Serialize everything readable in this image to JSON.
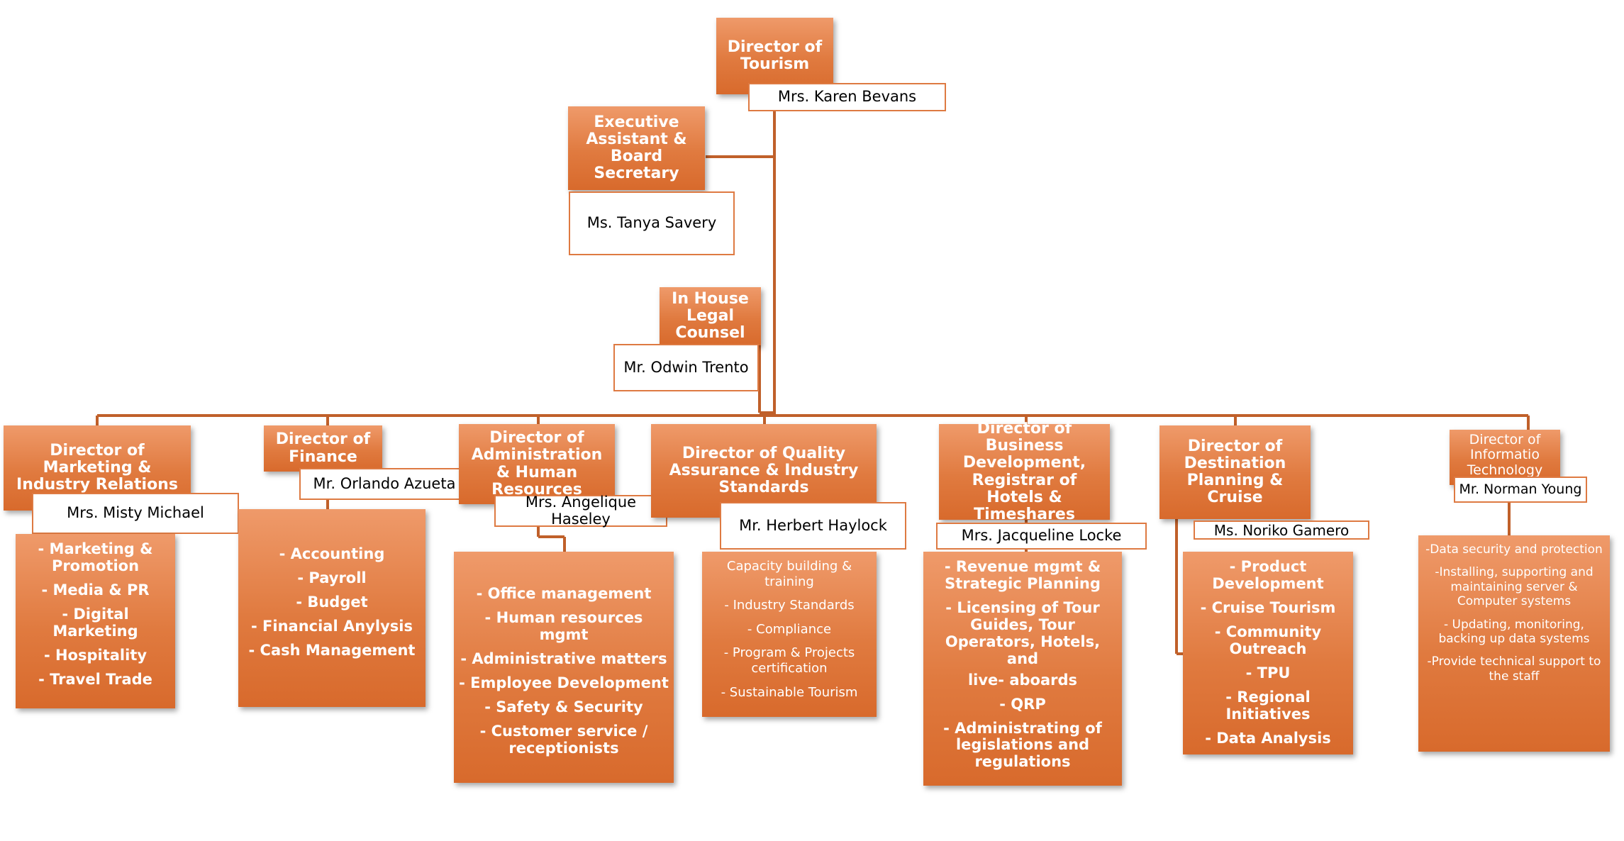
{
  "director_tourism": {
    "title": "Director of Tourism",
    "name": "Mrs. Karen Bevans"
  },
  "executive_assistant": {
    "title": "Executive Assistant & Board Secretary",
    "name": "Ms. Tanya Savery"
  },
  "legal_counsel": {
    "title": "In House Legal Counsel",
    "name": "Mr. Odwin Trento"
  },
  "departments": [
    {
      "title": "Director of Marketing & Industry Relations",
      "name": "Mrs. Misty Michael",
      "duties": [
        "- Marketing & Promotion",
        "- Media & PR",
        "- Digital Marketing",
        "- Hospitality",
        "- Travel Trade"
      ]
    },
    {
      "title": "Director of Finance",
      "name": "Mr. Orlando Azueta",
      "duties": [
        "- Accounting",
        "- Payroll",
        "- Budget",
        "- Financial Anylysis",
        "- Cash Management"
      ]
    },
    {
      "title": "Director of Administration & Human Resources",
      "name": "Mrs. Angelique Haseley",
      "duties": [
        "- Office management",
        "- Human resources mgmt",
        "- Administrative matters",
        "- Employee Development",
        "- Safety & Security",
        "- Customer service / receptionists"
      ]
    },
    {
      "title": "Director of Quality Assurance & Industry Standards",
      "name": "Mr. Herbert Haylock",
      "duties": [
        "Capacity building & training",
        "- Industry Standards",
        "- Compliance",
        "- Program & Projects certification",
        "- Sustainable Tourism"
      ]
    },
    {
      "title": "Director of Business Development, Registrar of Hotels & Timeshares",
      "name": "Mrs. Jacqueline Locke",
      "duties": [
        "- Revenue mgmt & Strategic Planning",
        "- Licensing of Tour Guides, Tour Operators, Hotels, and",
        "live- aboards",
        "- QRP",
        "- Administrating of legislations  and regulations"
      ]
    },
    {
      "title": "Director of Destination Planning & Cruise",
      "name": "Ms. Noriko Gamero",
      "duties": [
        "- Product Development",
        "- Cruise Tourism",
        "- Community Outreach",
        "- TPU",
        "- Regional Initiatives",
        "- Data Analysis"
      ]
    },
    {
      "title": "Director of Informatio Technology",
      "name": "Mr. Norman Young",
      "duties": [
        "-Data security and protection",
        "-Installing, supporting and maintaining server & Computer systems",
        "- Updating, monitoring, backing up data systems",
        "-Provide technical support to the staff"
      ]
    }
  ],
  "colors": {
    "box_top": "#ef9a6a",
    "box_bottom": "#d86a2c",
    "connector": "#c0602a",
    "name_border": "#de7a42"
  }
}
